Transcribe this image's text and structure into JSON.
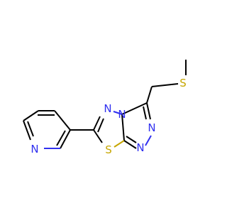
{
  "molecule": {
    "atoms": [
      {
        "id": "n-py",
        "symbol": "N",
        "color": "#3030f0"
      },
      {
        "id": "n-td",
        "symbol": "N",
        "color": "#3030f0"
      },
      {
        "id": "n-fused",
        "symbol": "N",
        "color": "#3030f0"
      },
      {
        "id": "n-tr1",
        "symbol": "N",
        "color": "#3030f0"
      },
      {
        "id": "n-tr2",
        "symbol": "N",
        "color": "#3030f0"
      },
      {
        "id": "s-ring",
        "symbol": "S",
        "color": "#c6a600"
      },
      {
        "id": "s-methyl",
        "symbol": "S",
        "color": "#c6a600"
      }
    ]
  }
}
